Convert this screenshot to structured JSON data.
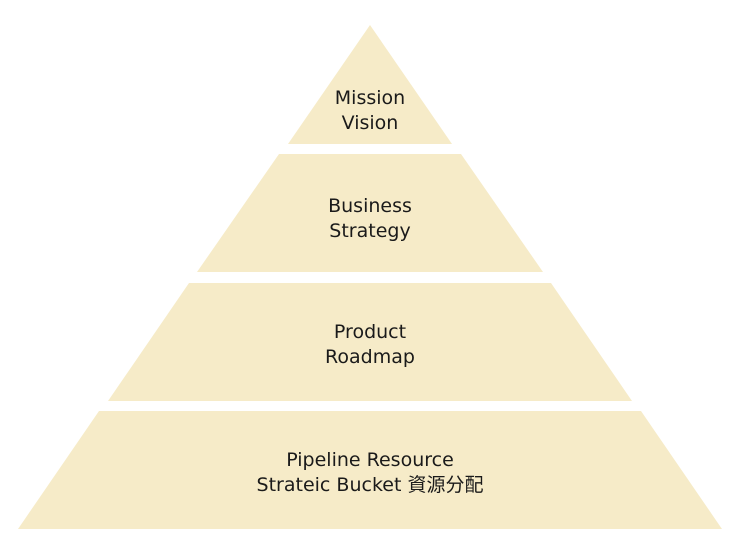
{
  "diagram": {
    "type": "pyramid",
    "fill_color": "#f6ebc8",
    "text_color": "#1a1a1a",
    "tiers": [
      {
        "line1": "Mission",
        "line2": "Vision"
      },
      {
        "line1": "Business",
        "line2": "Strategy"
      },
      {
        "line1": "Product",
        "line2": "Roadmap"
      },
      {
        "line1": "Pipeline Resource",
        "line2": "Strateic Bucket 資源分配"
      }
    ]
  }
}
